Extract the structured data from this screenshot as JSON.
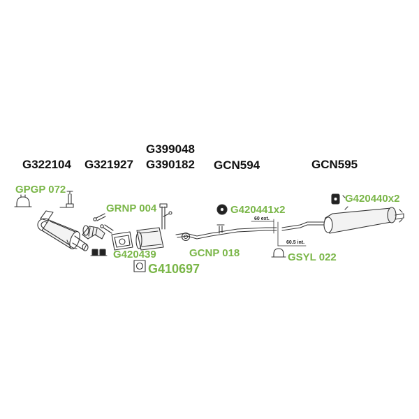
{
  "colors": {
    "part_number": "#111111",
    "accessory": "#7ab648",
    "line": "#333333"
  },
  "part_numbers": {
    "p1": "G322104",
    "p2": "G321927",
    "p3_top": "G399048",
    "p3_bottom": "G390182",
    "p4": "GCN594",
    "p5": "GCN595"
  },
  "accessories": {
    "a1": "GPGP 072",
    "a2": "GRNP 004",
    "a3": "G420441x2",
    "a4": "G420440x2",
    "a5": "G420439",
    "a6": "GCNP 018",
    "a7": "GSYL 022",
    "a8": "G410697"
  },
  "dimensions": {
    "d1": "60 ext.",
    "d2": "60.5 int."
  },
  "icons": [
    "clamp-icon",
    "bracket-icon",
    "rubber-mount-icon",
    "hanger-icon",
    "gasket-icon",
    "flange-gasket-icon"
  ]
}
